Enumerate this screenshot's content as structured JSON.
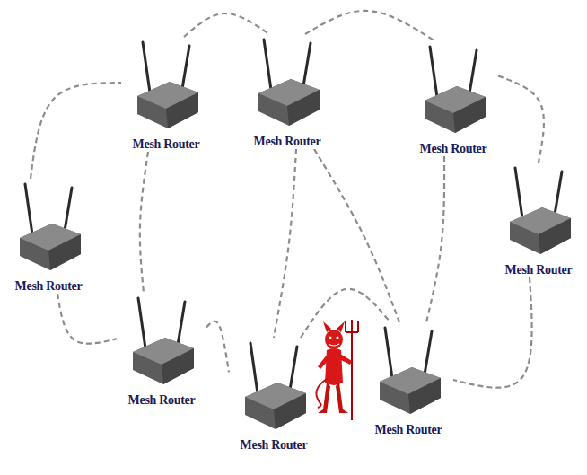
{
  "diagram": {
    "nodes": [
      {
        "text": [
          "Mesh Router"
        ]
      },
      {
        "text": [
          "Mesh Router"
        ]
      },
      {
        "text": [
          "Mesh Router"
        ]
      },
      {
        "text": [
          "Mesh Router"
        ]
      },
      {
        "text": [
          "Mesh Router"
        ]
      },
      {
        "text": [
          "Mesh Router"
        ]
      },
      {
        "text": [
          "Mesh Router"
        ]
      },
      {
        "text": [
          "Mesh Router"
        ]
      }
    ],
    "edges": [
      {
        "from": 3,
        "to": 0,
        "arrow": "none"
      },
      {
        "from": 0,
        "to": 1,
        "arrow": "none"
      },
      {
        "from": 1,
        "to": 2,
        "arrow": "none"
      },
      {
        "from": 2,
        "to": 4,
        "arrow": "none"
      },
      {
        "from": 0,
        "to": 5,
        "arrow": "none"
      },
      {
        "from": 1,
        "to": 6,
        "arrow": "none"
      },
      {
        "from": 1,
        "to": 7,
        "arrow": "none"
      },
      {
        "from": 2,
        "to": 7,
        "arrow": "none"
      },
      {
        "from": 3,
        "to": 5,
        "arrow": "none"
      },
      {
        "from": 5,
        "to": 6,
        "arrow": "none"
      },
      {
        "from": 6,
        "to": 7,
        "arrow": "none"
      },
      {
        "from": 4,
        "to": 7,
        "arrow": "none"
      }
    ]
  }
}
